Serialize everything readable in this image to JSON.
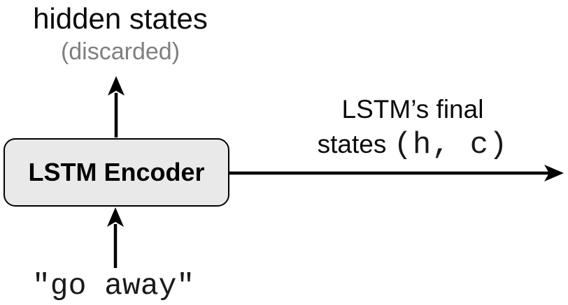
{
  "diagram": {
    "hidden_states": {
      "label": "hidden states",
      "note": "(discarded)"
    },
    "encoder": {
      "label": "LSTM Encoder"
    },
    "final_states": {
      "line1": "LSTM’s final",
      "line2_prefix": "states ",
      "line2_code": "(h, c)"
    },
    "input": {
      "label": "\"go away\""
    },
    "icons": {
      "up_arrow_discarded": "arrow-up",
      "up_arrow_input": "arrow-up",
      "right_arrow_final_states": "arrow-right"
    },
    "colors": {
      "background": "#ffffff",
      "text_primary": "#0a0a0a",
      "text_muted": "#7f7f7f",
      "box_fill": "#e9e9e9",
      "box_border": "#000000",
      "arrow": "#000000"
    }
  }
}
